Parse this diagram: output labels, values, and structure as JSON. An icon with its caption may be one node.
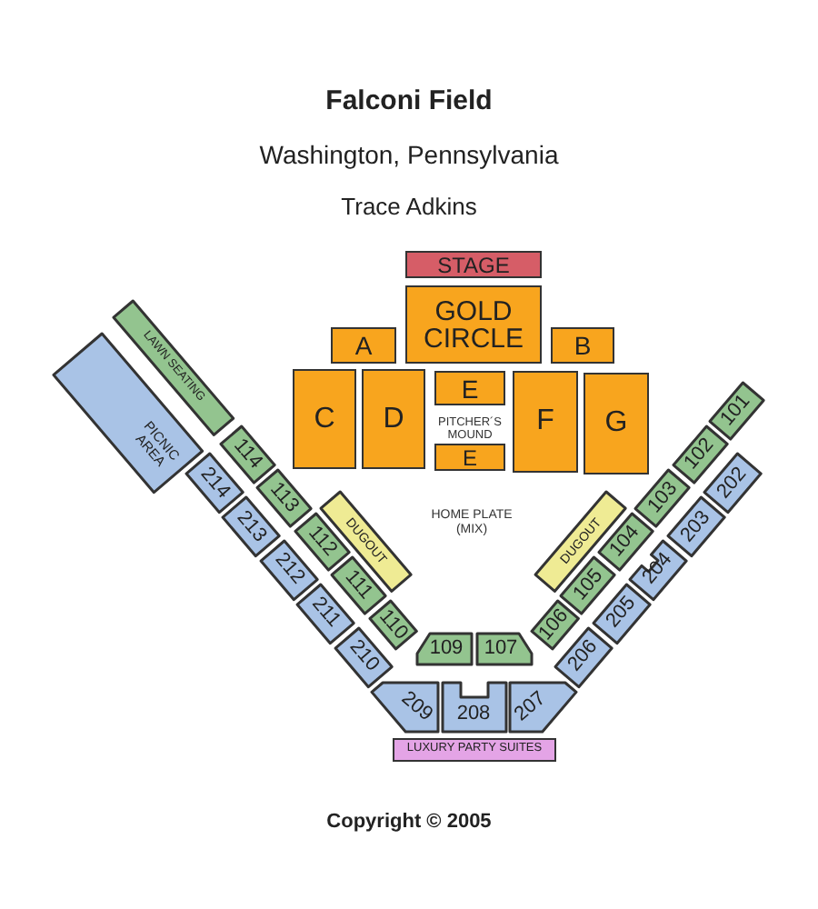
{
  "diagram": {
    "title": "Falconi Field",
    "caption": "Copyright © 2005",
    "nodes": [
      {
        "text": [
          "STAGE"
        ]
      },
      {
        "text": [
          "GOLD CIRCLE"
        ]
      },
      {
        "text": [
          "A"
        ]
      },
      {
        "text": [
          "B"
        ]
      },
      {
        "text": [
          "C"
        ]
      },
      {
        "text": [
          "D"
        ]
      },
      {
        "text": [
          "E"
        ]
      },
      {
        "text": [
          "F"
        ]
      },
      {
        "text": [
          "G"
        ]
      },
      {
        "text": [
          "E"
        ]
      },
      {
        "text": [
          "PICNIC AREA"
        ]
      },
      {
        "text": [
          "LAWN SEATING"
        ]
      },
      {
        "text": [
          "DUGOUT"
        ]
      },
      {
        "text": [
          "114"
        ]
      },
      {
        "text": [
          "113"
        ]
      },
      {
        "text": [
          "112"
        ]
      },
      {
        "text": [
          "111"
        ]
      },
      {
        "text": [
          "110"
        ]
      },
      {
        "text": [
          "214"
        ]
      },
      {
        "text": [
          "213"
        ]
      },
      {
        "text": [
          "212"
        ]
      },
      {
        "text": [
          "211"
        ]
      },
      {
        "text": [
          "210"
        ]
      },
      {
        "text": [
          "DUGOUT"
        ]
      },
      {
        "text": [
          "101"
        ]
      },
      {
        "text": [
          "102"
        ]
      },
      {
        "text": [
          "103"
        ]
      },
      {
        "text": [
          "104"
        ]
      },
      {
        "text": [
          "105"
        ]
      },
      {
        "text": [
          "106"
        ]
      },
      {
        "text": [
          "202"
        ]
      },
      {
        "text": [
          "203"
        ]
      },
      {
        "text": [
          "204"
        ]
      },
      {
        "text": [
          "205"
        ]
      },
      {
        "text": [
          "206"
        ]
      },
      {
        "text": [
          "109"
        ]
      },
      {
        "text": [
          "107"
        ]
      },
      {
        "text": [
          "209"
        ]
      },
      {
        "text": [
          "208"
        ]
      },
      {
        "text": [
          "207"
        ]
      },
      {
        "text": [
          "LUXURY PARTY SUITES"
        ]
      }
    ],
    "labels": [
      "Washington, Pennsylvania",
      "Trace Adkins",
      "PITCHER´S MOUND",
      "HOME PLATE (MIX)"
    ]
  }
}
